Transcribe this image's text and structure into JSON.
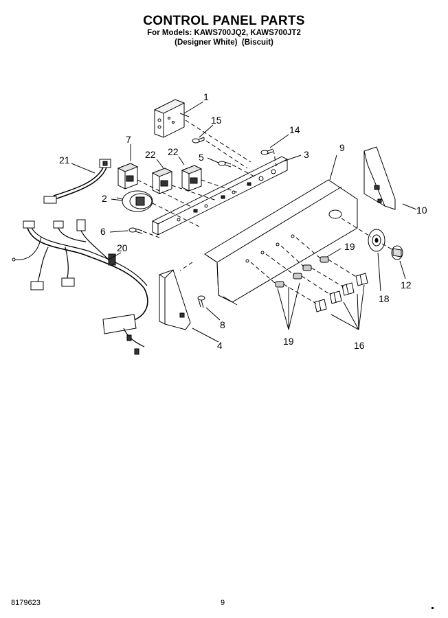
{
  "header": {
    "title": "CONTROL PANEL PARTS",
    "models": "For Models: KAWS700JQ2, KAWS700JT2",
    "variant_a": "(Designer White)",
    "variant_b": "(Biscuit)"
  },
  "callouts": [
    "1",
    "15",
    "14",
    "7",
    "22",
    "22",
    "5",
    "3",
    "9",
    "21",
    "2",
    "10",
    "6",
    "20",
    "19",
    "12",
    "18",
    "8",
    "4",
    "19",
    "16"
  ],
  "footer": {
    "doc_number": "8179623",
    "page_number": "9"
  }
}
